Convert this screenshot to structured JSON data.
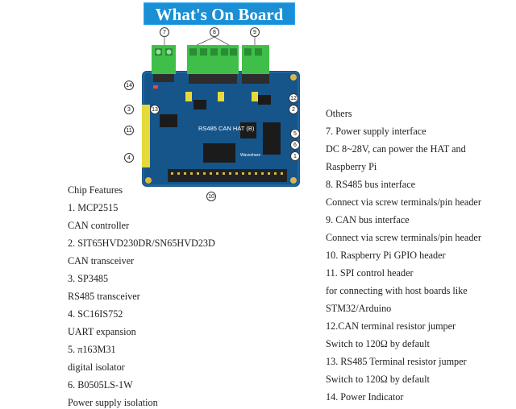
{
  "banner": {
    "title": "What's On Board"
  },
  "board": {
    "silkscreen_name": "RS485 CAN HAT (B)",
    "brand": "Waveshare",
    "callouts": [
      "1",
      "2",
      "3",
      "4",
      "5",
      "6",
      "7",
      "8",
      "9",
      "10",
      "11",
      "12",
      "13",
      "14"
    ],
    "colors": {
      "pcb": "#15558a",
      "terminal": "#3fbf4a",
      "header": "#222222",
      "gold": "#d8b84a"
    }
  },
  "chip_features": {
    "heading": "Chip Features",
    "items": [
      {
        "title": "1. MCP2515",
        "desc": "CAN controller"
      },
      {
        "title": "2. SIT65HVD230DR/SN65HVD23D",
        "desc": "CAN transceiver"
      },
      {
        "title": "3. SP3485",
        "desc": "RS485 transceiver"
      },
      {
        "title": "4. SC16IS752",
        "desc": "UART expansion"
      },
      {
        "title": "5. π163M31",
        "desc": "digital isolator"
      },
      {
        "title": "6. B0505LS-1W",
        "desc": "Power supply isolation"
      }
    ]
  },
  "others": {
    "heading": "Others",
    "lines": [
      "7. Power supply interface",
      "DC 8~28V, can power the HAT and",
      "Raspberry Pi",
      "8. RS485 bus interface",
      "Connect via screw terminals/pin header",
      "9. CAN bus interface",
      "Connect via screw terminals/pin header",
      "10. Raspberry Pi GPIO header",
      "11. SPI control header",
      "for connecting with host boards like",
      "STM32/Arduino",
      "12.CAN terminal resistor jumper",
      "Switch to 120Ω by default",
      "13. RS485 Terminal resistor jumper",
      "Switch to 120Ω by default",
      "14. Power Indicator"
    ]
  }
}
